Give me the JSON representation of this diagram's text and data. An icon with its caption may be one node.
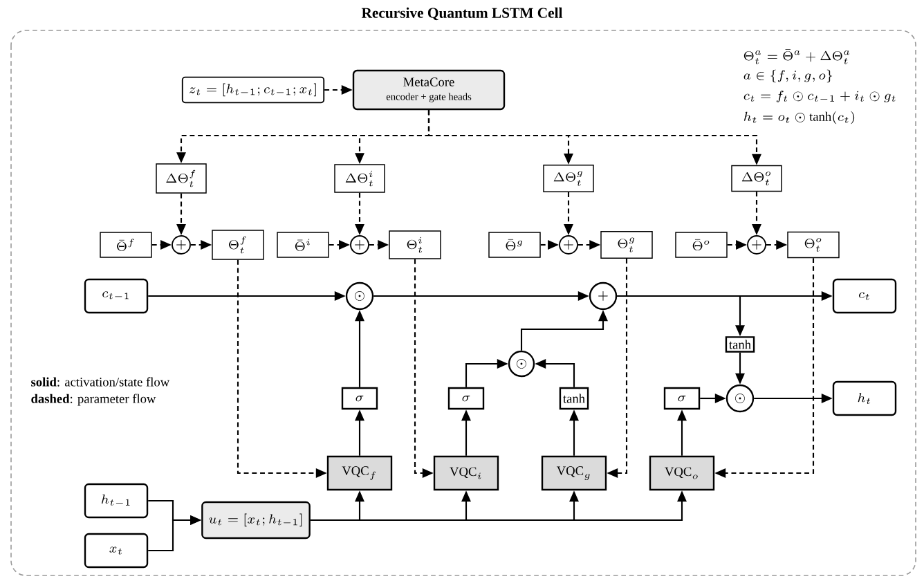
{
  "diagram": {
    "title": "Recursive Quantum LSTM Cell",
    "nodes": [
      {
        "text": [
          "z_t=[h_{t-1};c_{t-1};x_t]"
        ]
      },
      {
        "text": [
          "MetaCore",
          "encoder + gate heads"
        ]
      },
      {
        "text": [
          "\\Delta\\Theta^f_t"
        ]
      },
      {
        "text": [
          "\\Delta\\Theta^i_t"
        ]
      },
      {
        "text": [
          "\\Delta\\Theta^g_t"
        ]
      },
      {
        "text": [
          "\\Delta\\Theta^o_t"
        ]
      },
      {
        "text": [
          "\\bar{\\Theta}^f"
        ]
      },
      {
        "text": [
          "+"
        ]
      },
      {
        "text": [
          "\\Theta^f_t"
        ]
      },
      {
        "text": [
          "\\bar{\\Theta}^i"
        ]
      },
      {
        "text": [
          "+"
        ]
      },
      {
        "text": [
          "\\Theta^i_t"
        ]
      },
      {
        "text": [
          "\\bar{\\Theta}^g"
        ]
      },
      {
        "text": [
          "+"
        ]
      },
      {
        "text": [
          "\\Theta^g_t"
        ]
      },
      {
        "text": [
          "\\bar{\\Theta}^o"
        ]
      },
      {
        "text": [
          "+"
        ]
      },
      {
        "text": [
          "\\Theta^o_t"
        ]
      },
      {
        "text": [
          "c_{t-1}"
        ]
      },
      {
        "text": [
          "\\odot"
        ]
      },
      {
        "text": [
          "+"
        ]
      },
      {
        "text": [
          "c_t"
        ]
      },
      {
        "text": [
          "tanh"
        ]
      },
      {
        "text": [
          "\\odot"
        ]
      },
      {
        "text": [
          "\\sigma"
        ]
      },
      {
        "text": [
          "\\sigma"
        ]
      },
      {
        "text": [
          "tanh"
        ]
      },
      {
        "text": [
          "\\sigma"
        ]
      },
      {
        "text": [
          "\\odot"
        ]
      },
      {
        "text": [
          "h_t"
        ]
      },
      {
        "text": [
          "\\mathrm{VQC}_f"
        ]
      },
      {
        "text": [
          "\\mathrm{VQC}_i"
        ]
      },
      {
        "text": [
          "\\mathrm{VQC}_g"
        ]
      },
      {
        "text": [
          "\\mathrm{VQC}_o"
        ]
      },
      {
        "text": [
          "h_{t-1}"
        ]
      },
      {
        "text": [
          "x_t"
        ]
      },
      {
        "text": [
          "u_t=[x_t;h_{t-1}]"
        ]
      }
    ],
    "edges": [
      {
        "from": 0,
        "to": 1,
        "arrow": "to",
        "style": "dashed"
      },
      {
        "from": 1,
        "to": 2,
        "arrow": "to",
        "style": "dashed"
      },
      {
        "from": 1,
        "to": 3,
        "arrow": "to",
        "style": "dashed"
      },
      {
        "from": 1,
        "to": 4,
        "arrow": "to",
        "style": "dashed"
      },
      {
        "from": 1,
        "to": 5,
        "arrow": "to",
        "style": "dashed"
      },
      {
        "from": 2,
        "to": 7,
        "arrow": "to",
        "style": "dashed"
      },
      {
        "from": 3,
        "to": 10,
        "arrow": "to",
        "style": "dashed"
      },
      {
        "from": 4,
        "to": 13,
        "arrow": "to",
        "style": "dashed"
      },
      {
        "from": 5,
        "to": 16,
        "arrow": "to",
        "style": "dashed"
      },
      {
        "from": 6,
        "to": 7,
        "arrow": "to",
        "style": "dashed"
      },
      {
        "from": 7,
        "to": 8,
        "arrow": "to",
        "style": "dashed"
      },
      {
        "from": 9,
        "to": 10,
        "arrow": "to",
        "style": "dashed"
      },
      {
        "from": 10,
        "to": 11,
        "arrow": "to",
        "style": "dashed"
      },
      {
        "from": 12,
        "to": 13,
        "arrow": "to",
        "style": "dashed"
      },
      {
        "from": 13,
        "to": 14,
        "arrow": "to",
        "style": "dashed"
      },
      {
        "from": 15,
        "to": 16,
        "arrow": "to",
        "style": "dashed"
      },
      {
        "from": 16,
        "to": 17,
        "arrow": "to",
        "style": "dashed"
      },
      {
        "from": 8,
        "to": 30,
        "arrow": "to",
        "style": "dashed"
      },
      {
        "from": 11,
        "to": 31,
        "arrow": "to",
        "style": "dashed"
      },
      {
        "from": 14,
        "to": 32,
        "arrow": "to",
        "style": "dashed"
      },
      {
        "from": 17,
        "to": 33,
        "arrow": "to",
        "style": "dashed"
      },
      {
        "from": 18,
        "to": 19,
        "arrow": "to"
      },
      {
        "from": 24,
        "to": 19,
        "arrow": "to"
      },
      {
        "from": 19,
        "to": 20,
        "arrow": "to"
      },
      {
        "from": 20,
        "to": 21,
        "arrow": "to"
      },
      {
        "from": 20,
        "to": 22,
        "arrow": "to"
      },
      {
        "from": 25,
        "to": 23,
        "arrow": "to"
      },
      {
        "from": 26,
        "to": 23,
        "arrow": "to"
      },
      {
        "from": 23,
        "to": 20,
        "arrow": "to"
      },
      {
        "from": 22,
        "to": 28,
        "arrow": "to"
      },
      {
        "from": 27,
        "to": 28,
        "arrow": "to"
      },
      {
        "from": 28,
        "to": 29,
        "arrow": "to"
      },
      {
        "from": 30,
        "to": 24,
        "arrow": "to"
      },
      {
        "from": 31,
        "to": 25,
        "arrow": "to"
      },
      {
        "from": 32,
        "to": 26,
        "arrow": "to"
      },
      {
        "from": 33,
        "to": 27,
        "arrow": "to"
      },
      {
        "from": 34,
        "to": 36,
        "arrow": "to"
      },
      {
        "from": 35,
        "to": 36,
        "arrow": "to"
      },
      {
        "from": 36,
        "to": 30,
        "arrow": "to"
      },
      {
        "from": 36,
        "to": 31,
        "arrow": "to"
      },
      {
        "from": 36,
        "to": 32,
        "arrow": "to"
      },
      {
        "from": 36,
        "to": 33,
        "arrow": "to"
      }
    ],
    "labels": [
      "\\Theta^a_t=\\bar{\\Theta}^a+\\Delta\\Theta^a_t",
      "a\\in\\{f,i,g,o\\}",
      "c_t=f_t\\odot c_{t-1}+i_t\\odot g_t",
      "h_t=o_t\\odot\\tanh(c_t)",
      "**solid**: activation/state flow",
      "**dashed**: parameter flow"
    ]
  }
}
